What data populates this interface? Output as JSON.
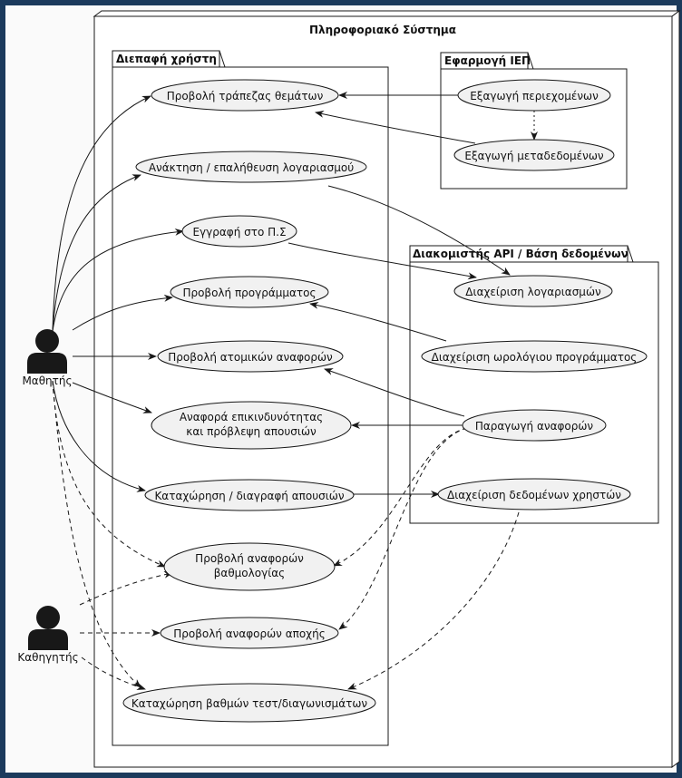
{
  "diagram": {
    "system_title": "Πληροφοριακό Σύστημα",
    "packages": {
      "ui": "Διεπαφή χρήστη",
      "iep": "Εφαρμογή ΙΕΠ",
      "api": "Διακομιστής API / Βάση δεδομένων"
    },
    "actors": {
      "student": "Μαθητής",
      "teacher": "Καθηγητής"
    },
    "usecases": {
      "question_bank": "Προβολή τράπεζας θεμάτων",
      "account_recovery": "Ανάκτηση / επαλήθευση λογαριασμού",
      "register": "Εγγραφή στο Π.Σ",
      "view_schedule": "Προβολή προγράμματος",
      "individual_reports": "Προβολή ατομικών αναφορών",
      "risk_report_line1": "Αναφορά επικινδυνότητας",
      "risk_report_line2": "και πρόβλεψη απουσιών",
      "absence_entry": "Καταχώρηση / διαγραφή απουσιών",
      "grade_reports_line1": "Προβολή αναφορών",
      "grade_reports_line2": "βαθμολογίας",
      "dropout_reports": "Προβολή αναφορών αποχής",
      "grade_entry": "Καταχώρηση βαθμών τεστ/διαγωνισμάτων",
      "content_export": "Εξαγωγή περιεχομένων",
      "metadata_export": "Εξαγωγή μεταδεδομένων",
      "account_mgmt": "Διαχείριση λογαριασμών",
      "timetable_mgmt": "Διαχείριση ωρολόγιου προγράμματος",
      "report_generation": "Παραγωγή αναφορών",
      "user_data_mgmt": "Διαχείριση δεδομένων χρηστών"
    },
    "colors": {
      "background": "#1b3a5c",
      "canvas": "#fafafa",
      "usecase_fill": "#f1f1f1",
      "stroke": "#181818",
      "actor": "#181818"
    }
  }
}
